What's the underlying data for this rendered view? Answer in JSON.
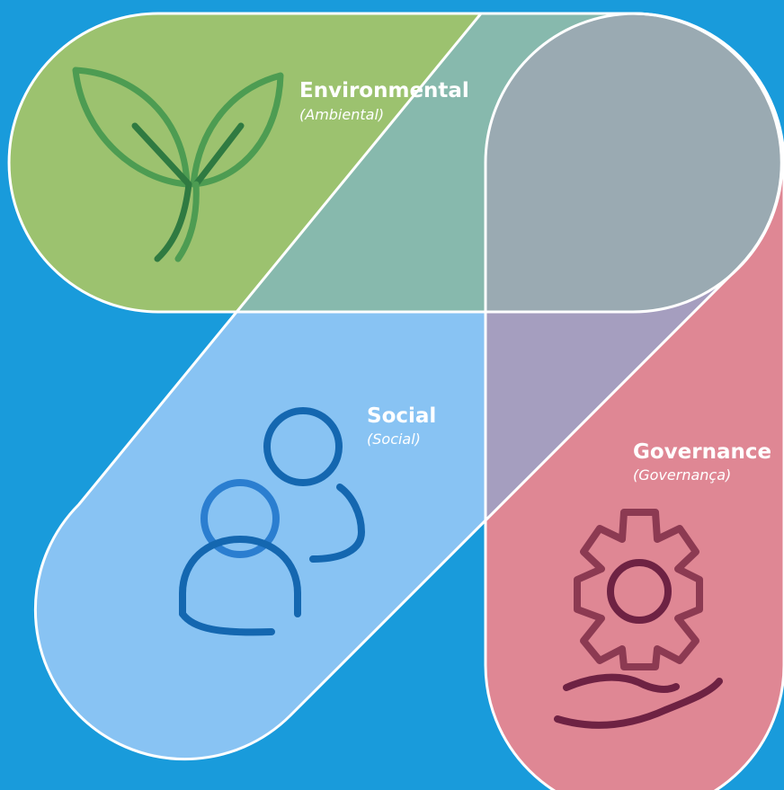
{
  "colors": {
    "background": "#199bdb",
    "environmental": "#9cc26f",
    "social": "#88c3f3",
    "governance": "#df8794",
    "overlap_env_gov": "#9aaab2",
    "overlap_env_soc": "#87b9ad",
    "overlap_soc_gov": "#a59ebf",
    "outline": "#ffffff"
  },
  "environmental": {
    "title": "Environmental",
    "subtitle": "(Ambiental)",
    "icon": "leaf-sprout-icon"
  },
  "social": {
    "title": "Social",
    "subtitle": "(Social)",
    "icon": "people-icon"
  },
  "governance": {
    "title": "Governance",
    "subtitle": "(Governança)",
    "icon": "gear-in-hand-icon"
  }
}
